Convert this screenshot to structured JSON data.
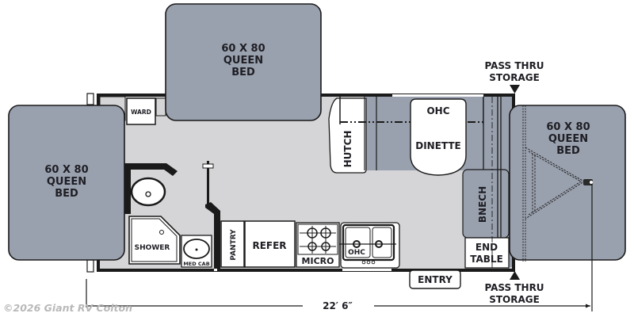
{
  "floorplan": {
    "length_label": "22′ 6″",
    "colors": {
      "bed_fill": "#9aa1ae",
      "floor_fill": "#d5d5d7",
      "wall": "#1a1a1a",
      "cabinet_fill": "#ffffff",
      "watermark": "#b9b9b9"
    },
    "beds": {
      "top": {
        "size": "60 X 80",
        "type": "QUEEN",
        "word": "BED"
      },
      "left": {
        "size": "60 X 80",
        "type": "QUEEN",
        "word": "BED"
      },
      "right": {
        "size": "60 X 80",
        "type": "QUEEN",
        "word": "BED"
      }
    },
    "rooms": {
      "wardrobe": "WARD",
      "hutch": "HUTCH",
      "ohc_top": "OHC",
      "dinette": "DINETTE",
      "bench": "BNECH",
      "end_table_line1": "END",
      "end_table_line2": "TABLE",
      "shower": "SHOWER",
      "med_cab": "MED CAB",
      "pantry": "PANTRY",
      "refer": "REFER",
      "micro": "MICRO",
      "ohc_kitchen": "OHC",
      "entry": "ENTRY"
    },
    "pass_thru_top": {
      "line1": "PASS THRU",
      "line2": "STORAGE"
    },
    "pass_thru_bottom": {
      "line1": "PASS THRU",
      "line2": "STORAGE"
    }
  },
  "watermark": "©2026 Giant RV Colton"
}
